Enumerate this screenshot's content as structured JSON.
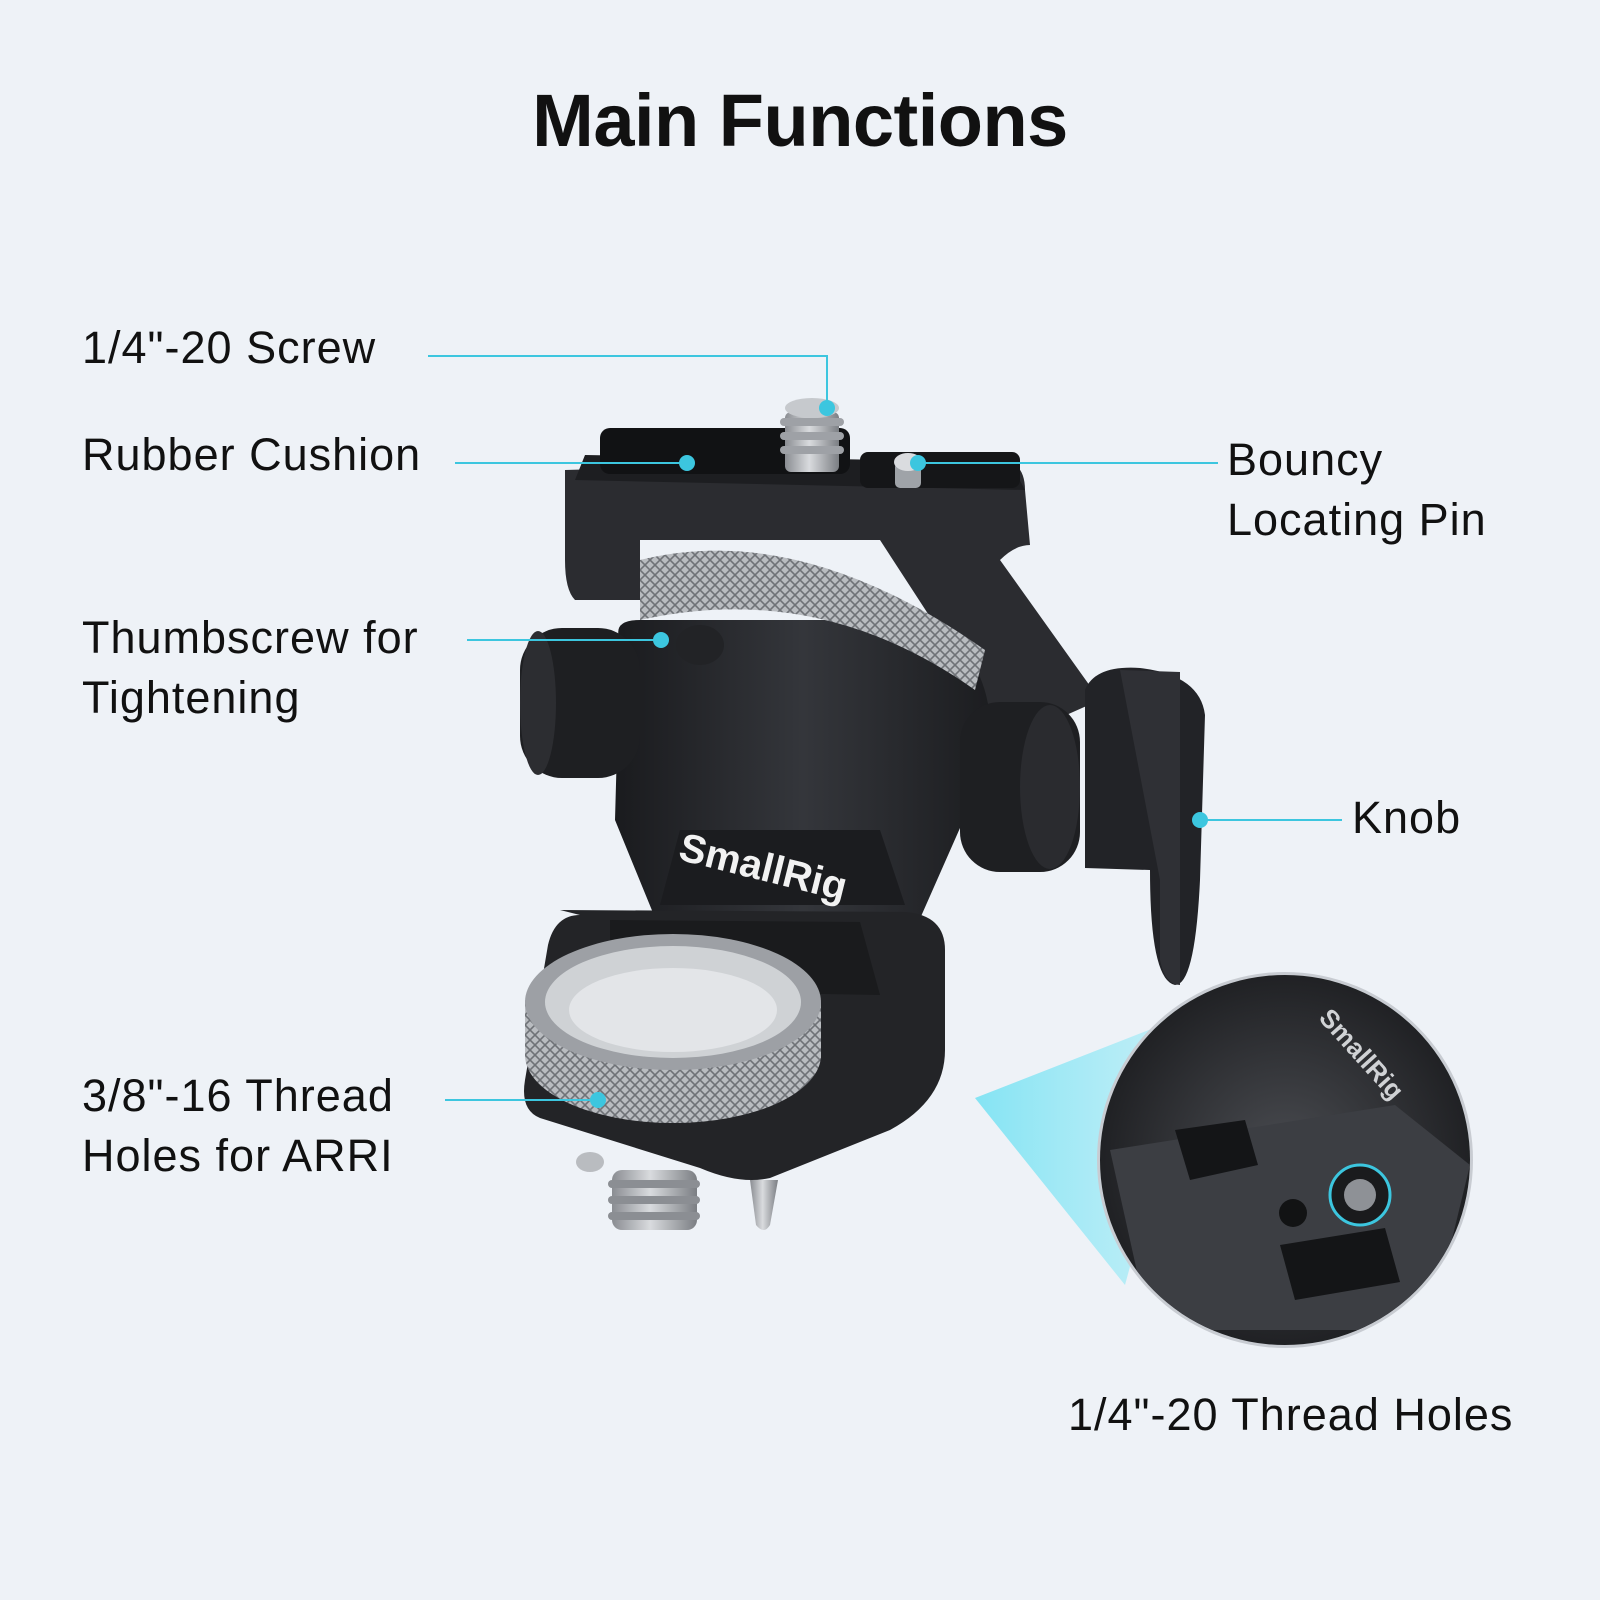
{
  "title": "Main Functions",
  "brand": {
    "logo_text": "SmallRig",
    "inset_logo_text": "SmallRig"
  },
  "callouts": {
    "screw": {
      "lines": [
        "1/4\"-20 Screw"
      ]
    },
    "cushion": {
      "lines": [
        "Rubber Cushion"
      ]
    },
    "pin": {
      "lines": [
        "Bouncy",
        "Locating Pin"
      ]
    },
    "thumbscrew": {
      "lines": [
        "Thumbscrew for",
        "Tightening"
      ]
    },
    "knob": {
      "lines": [
        "Knob"
      ]
    },
    "arri": {
      "lines": [
        "3/8\"-16 Thread",
        "Holes for ARRI"
      ]
    },
    "thread_holes": {
      "lines": [
        "1/4\"-20 Thread Holes"
      ]
    }
  },
  "colors": {
    "background": "#eef2f7",
    "accent": "#3cc6df",
    "body": "#26272b",
    "text": "#111111"
  }
}
